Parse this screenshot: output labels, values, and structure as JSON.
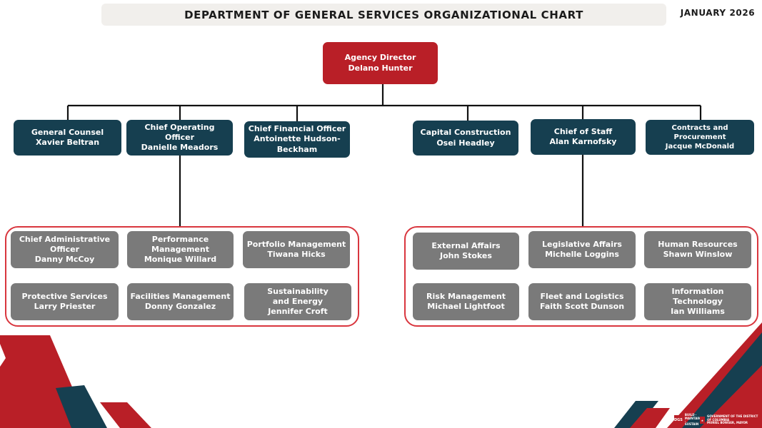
{
  "header": {
    "title": "DEPARTMENT OF GENERAL SERVICES ORGANIZATIONAL CHART",
    "date": "JANUARY 2026"
  },
  "director": {
    "title": "Agency Director",
    "name": "Delano Hunter"
  },
  "level1": [
    {
      "title": "General Counsel",
      "name": "Xavier Beltran"
    },
    {
      "title": "Chief Operating Officer",
      "name": "Danielle Meadors"
    },
    {
      "title": "Chief Financial Officer",
      "name": "Antoinette Hudson-Beckham"
    },
    {
      "title": "Capital Construction",
      "name": "Osei Headley"
    },
    {
      "title": "Chief of Staff",
      "name": "Alan Karnofsky"
    },
    {
      "title": "Contracts and Procurement",
      "name": "Jacque McDonald"
    }
  ],
  "coo_units": [
    {
      "title": "Chief Administrative Officer",
      "name": "Danny McCoy"
    },
    {
      "title": "Performance Management",
      "name": "Monique Willard"
    },
    {
      "title": "Portfolio Management",
      "name": "Tiwana Hicks"
    },
    {
      "title": "Protective Services",
      "name": "Larry Priester"
    },
    {
      "title": "Facilities Management",
      "name": "Donny Gonzalez"
    },
    {
      "title": "Sustainability and Energy",
      "name": "Jennifer Croft"
    }
  ],
  "cos_units": [
    {
      "title": "External Affairs",
      "name": "John Stokes"
    },
    {
      "title": "Legislative Affairs",
      "name": "Michelle Loggins"
    },
    {
      "title": "Human Resources",
      "name": "Shawn Winslow"
    },
    {
      "title": "Risk Management",
      "name": "Michael Lightfoot"
    },
    {
      "title": "Fleet and Logistics",
      "name": "Faith Scott Dunson"
    },
    {
      "title": "Information Technology",
      "name": "Ian Williams"
    }
  ],
  "footer": {
    "logo_mark": "DGS",
    "logo_tagline": "BUILD · MAINTAIN · SUSTAIN",
    "gov_line": "GOVERNMENT OF THE DISTRICT OF COLUMBIA",
    "mayor_line": "MURIEL BOWSER, MAYOR"
  },
  "colors": {
    "red": "#b91f27",
    "teal": "#163f50",
    "gray": "#7a7a7a",
    "title_bg": "#f1efec"
  }
}
